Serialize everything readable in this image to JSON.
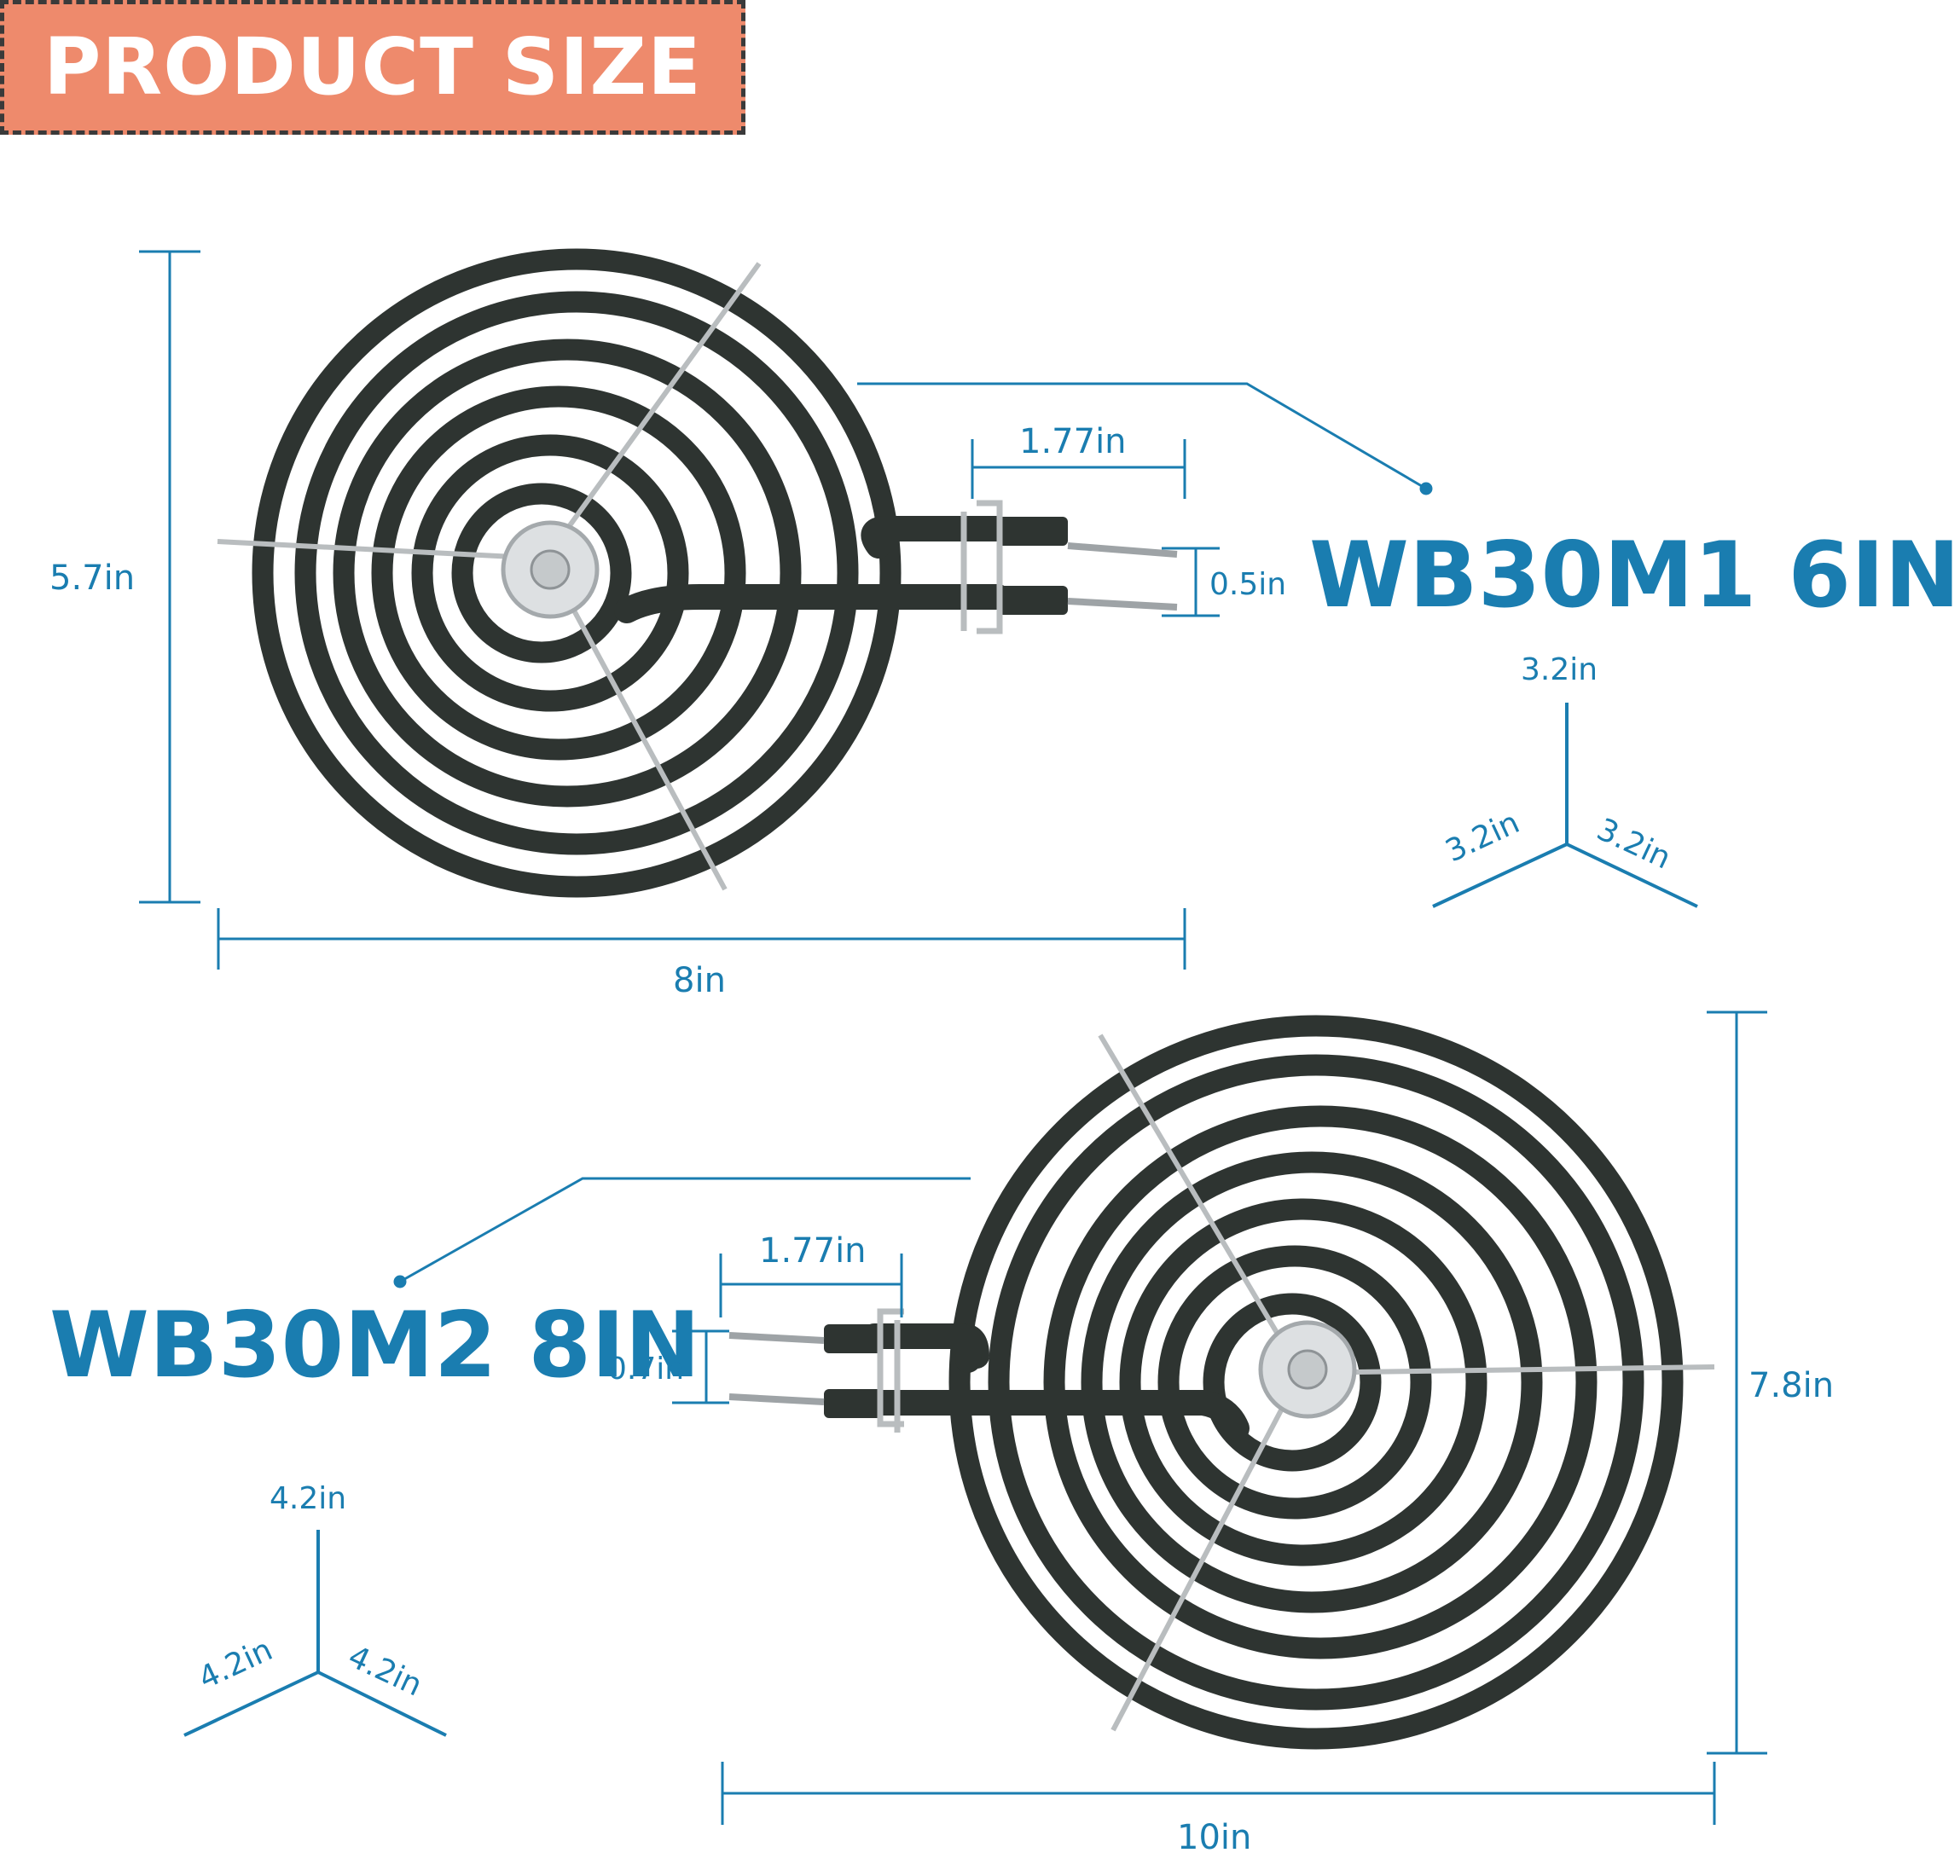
{
  "banner": {
    "text": "PRODUCT SIZE",
    "bg_color": "#EE8A6C"
  },
  "colors": {
    "accent": "#1A7DB0",
    "coil": "#2E3431",
    "steel": "#B9BDBF"
  },
  "product_small": {
    "model_label": "WB30M1 6IN",
    "height": "5.7in",
    "width": "8in",
    "terminal_length": "1.77in",
    "terminal_gap": "0.5in",
    "axis_up": "3.2in",
    "axis_left": "3.2in",
    "axis_right": "3.2in"
  },
  "product_large": {
    "model_label": "WB30M2 8IN",
    "height": "7.8in",
    "width": "10in",
    "terminal_length": "1.77in",
    "terminal_gap": "0.7in",
    "axis_up": "4.2in",
    "axis_left": "4.2in",
    "axis_right": "4.2in"
  }
}
